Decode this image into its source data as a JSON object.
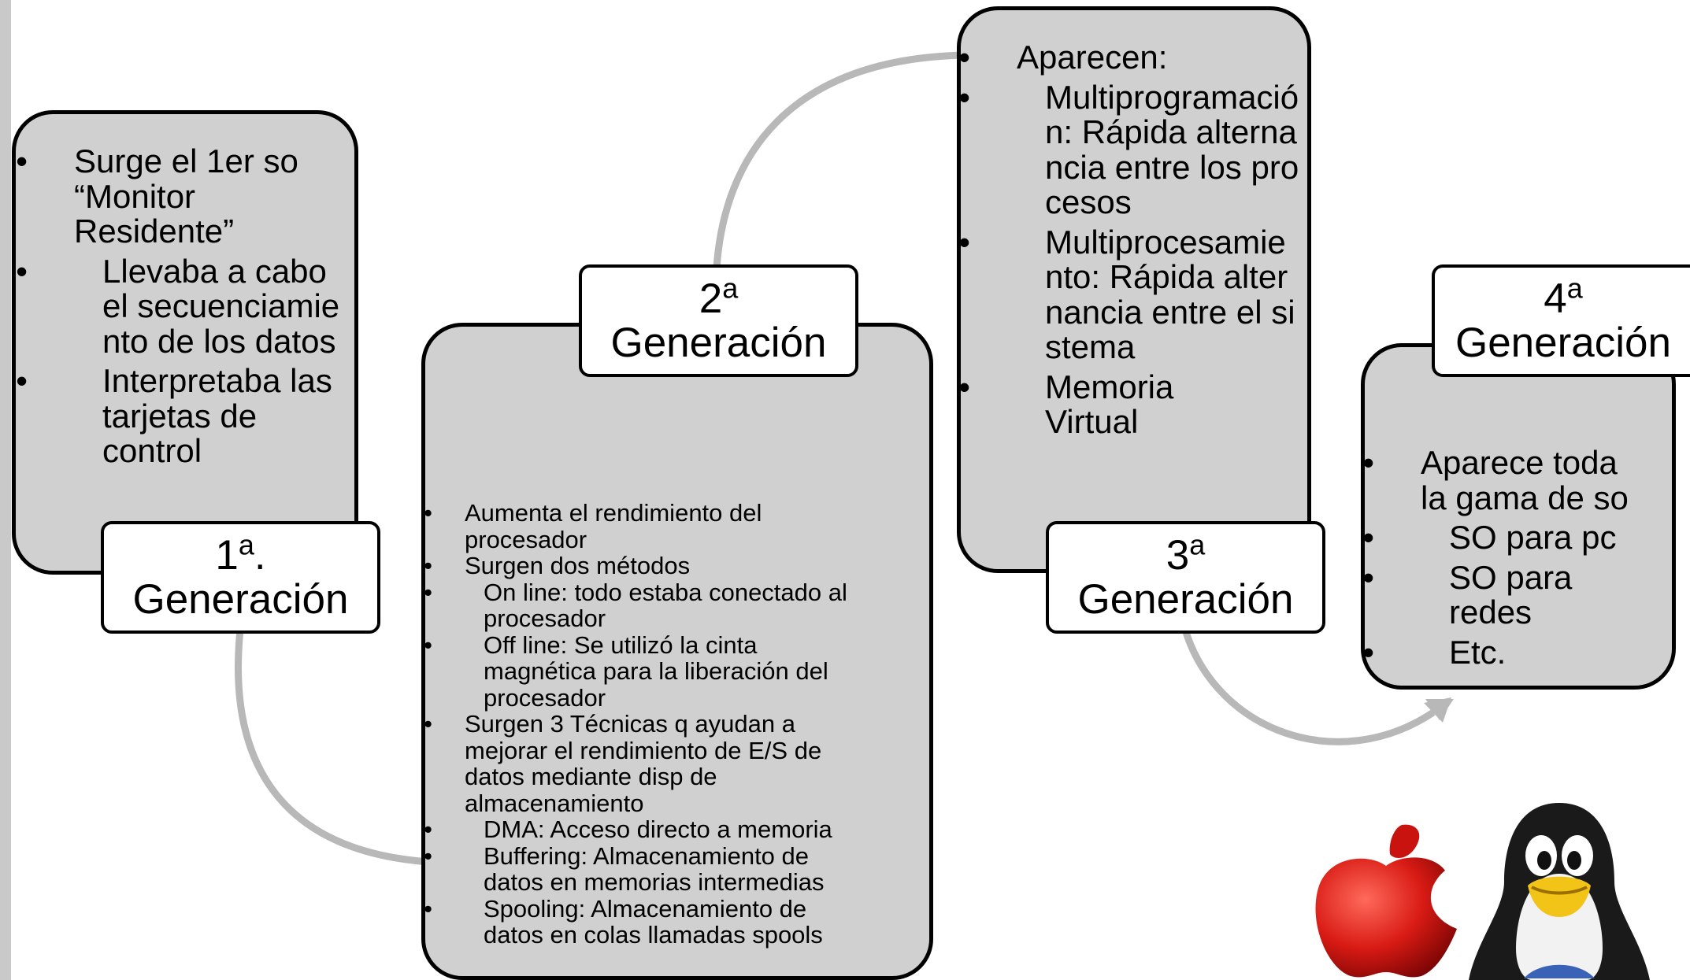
{
  "colors": {
    "box_fill": "#d0d0d0",
    "border": "#000000",
    "arrow": "#b8b8b8",
    "label_fill": "#ffffff"
  },
  "generations": [
    {
      "label_main": "1",
      "label_sup": "a",
      "label_suffix": ".",
      "label_line2": "Generación",
      "items": [
        {
          "level": 1,
          "text": "Surge el 1er so “Monitor Residente”"
        },
        {
          "level": 2,
          "text": "Llevaba a cabo el secuenciamiento de los datos"
        },
        {
          "level": 2,
          "text": "Interpretaba las tarjetas de control"
        }
      ]
    },
    {
      "label_main": "2",
      "label_sup": "a",
      "label_line2": "Generación",
      "items": [
        {
          "level": 1,
          "text": "Aumenta el rendimiento del procesador"
        },
        {
          "level": 1,
          "text": "Surgen dos métodos"
        },
        {
          "level": 2,
          "text": "On line: todo estaba conectado al procesador"
        },
        {
          "level": 2,
          "text": "Off line: Se utilizó la cinta magnética para la liberación del procesador"
        },
        {
          "level": 1,
          "text": "Surgen 3 Técnicas q ayudan a mejorar el rendimiento de E/S de datos mediante disp de almacenamiento"
        },
        {
          "level": 2,
          "text": "DMA: Acceso directo a memoria"
        },
        {
          "level": 2,
          "text": "Buffering: Almacenamiento de datos en  memorias intermedias"
        },
        {
          "level": 2,
          "text": "Spooling: Almacenamiento de datos en colas llamadas spools"
        }
      ]
    },
    {
      "label_main": "3",
      "label_sup": "a",
      "label_line2": "Generación",
      "items": [
        {
          "level": 1,
          "text": "Aparecen:"
        },
        {
          "level": 2,
          "text": "Multiprogramación: Rápida alternancia entre los procesos"
        },
        {
          "level": 2,
          "text": "Multiprocesamiento: Rápida alternancia entre el sistema"
        },
        {
          "level": 2,
          "text": "Memoria Virtual"
        }
      ]
    },
    {
      "label_main": "4",
      "label_sup": "a",
      "label_line2": "Generación",
      "items": [
        {
          "level": 1,
          "text": "Aparece toda la gama de so"
        },
        {
          "level": 2,
          "text": "SO para pc"
        },
        {
          "level": 2,
          "text": "SO para redes"
        },
        {
          "level": 2,
          "text": "Etc."
        }
      ]
    }
  ],
  "logos": [
    "apple-logo",
    "tux-penguin"
  ]
}
